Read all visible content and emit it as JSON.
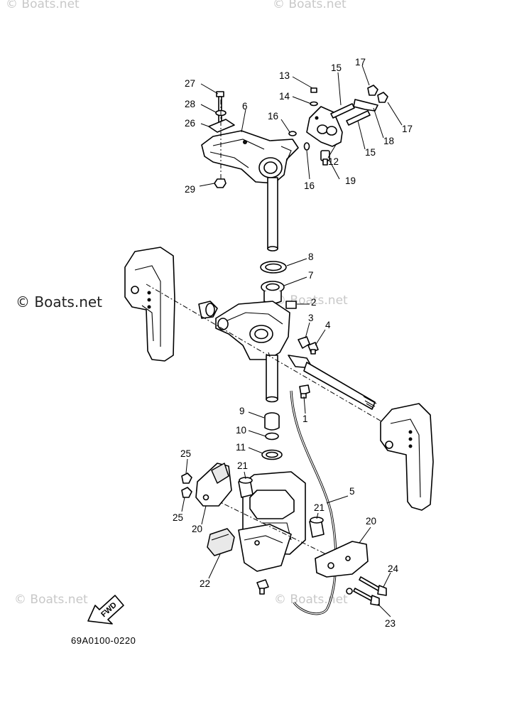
{
  "watermarks": {
    "top_left": "© Boats.net",
    "top_center": "© Boats.net",
    "main": "© Boats.net",
    "mid_right": "© Boats.net",
    "bottom_left": "© Boats.net",
    "bottom_center": "© Boats.net"
  },
  "diagram_code": "69A0100-0220",
  "fwd_label": "FWD",
  "callouts": {
    "c1": "1",
    "c2": "2",
    "c3": "3",
    "c4": "4",
    "c5": "5",
    "c6": "6",
    "c7": "7",
    "c8": "8",
    "c9": "9",
    "c10": "10",
    "c11": "11",
    "c12": "12",
    "c13": "13",
    "c14": "14",
    "c15a": "15",
    "c15b": "15",
    "c16a": "16",
    "c16b": "16",
    "c17a": "17",
    "c17b": "17",
    "c18": "18",
    "c19": "19",
    "c20a": "20",
    "c20b": "20",
    "c21a": "21",
    "c21b": "21",
    "c22": "22",
    "c23": "23",
    "c24": "24",
    "c25a": "25",
    "c25b": "25",
    "c26": "26",
    "c27": "27",
    "c28": "28",
    "c29": "29"
  }
}
